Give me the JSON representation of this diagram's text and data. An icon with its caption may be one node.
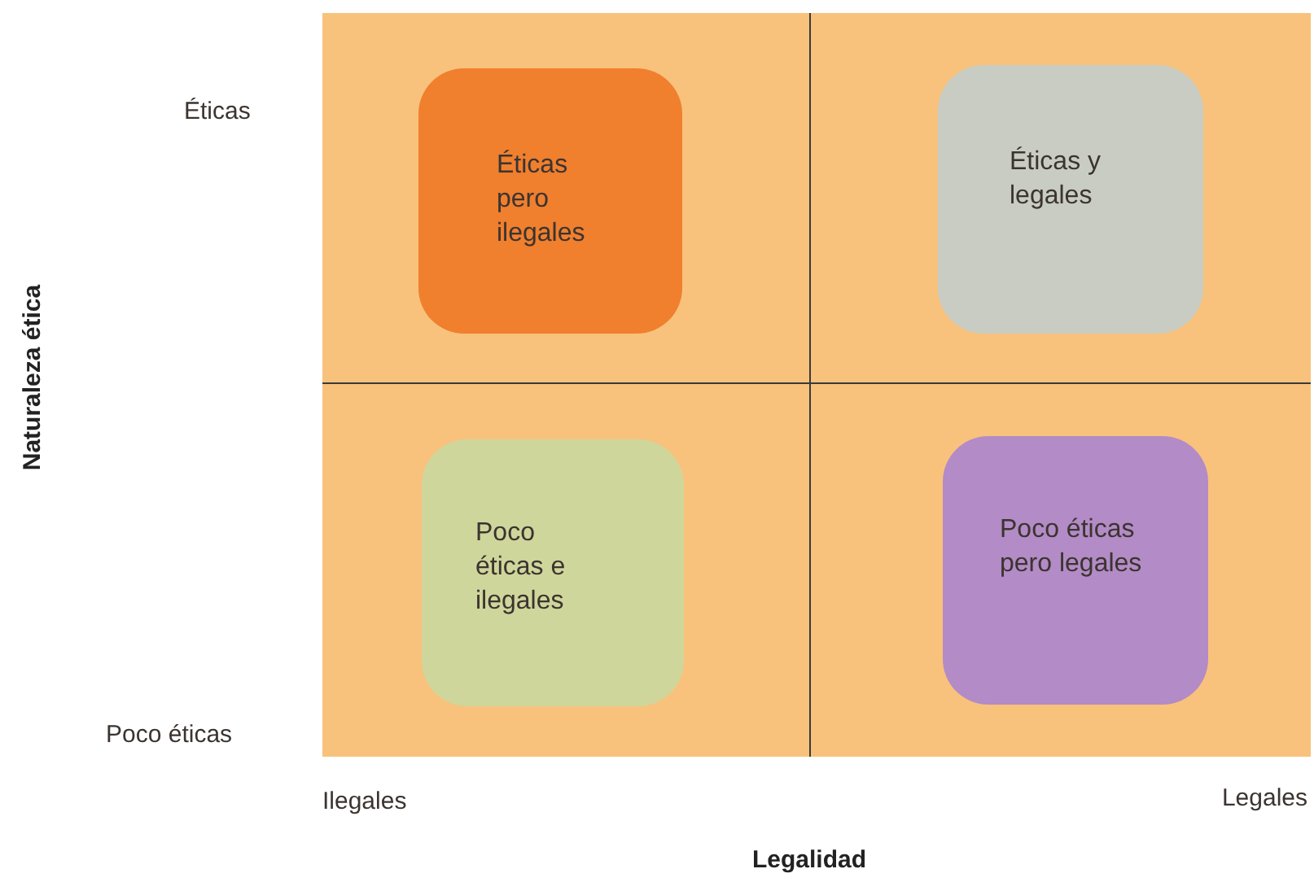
{
  "diagram": {
    "nodes": [
      {
        "text": [
          "Éticas pero ilegales"
        ]
      },
      {
        "text": [
          "Éticas y legales"
        ]
      },
      {
        "text": [
          "Poco éticas e ilegales"
        ]
      },
      {
        "text": [
          "Poco éticas pero legales"
        ]
      }
    ],
    "labels": [
      "Éticas",
      "Poco éticas",
      "Ilegales",
      "Legales",
      "Naturaleza ética",
      "Legalidad"
    ]
  }
}
